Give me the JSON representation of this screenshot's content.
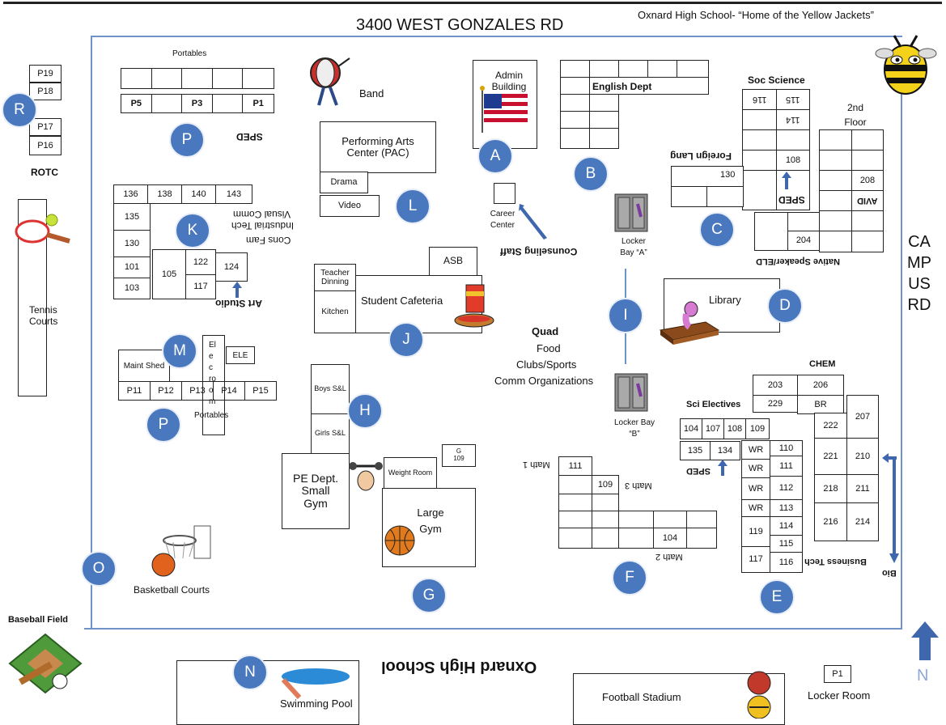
{
  "header": {
    "address": "3400 WEST GONZALES RD",
    "school_tagline": "Oxnard High School- “Home of the Yellow Jackets”"
  },
  "side_road": [
    "CA",
    "MP",
    "US",
    "RD"
  ],
  "bottom_school_name": "Oxnard High School",
  "north_label": "N",
  "markers": {
    "A": "A",
    "B": "B",
    "C": "C",
    "D": "D",
    "E": "E",
    "F": "F",
    "G": "G",
    "H": "H",
    "I": "I",
    "J": "J",
    "K": "K",
    "L": "L",
    "M": "M",
    "N": "N",
    "O": "O",
    "P1": "P",
    "P2": "P",
    "R": "R"
  },
  "areas": {
    "portables_top": "Portables",
    "portables_top_rooms": [
      "P5",
      "P3",
      "P1"
    ],
    "sped_top": "SPED",
    "band": "Band",
    "pac": "Performing Arts Center (PAC)",
    "drama": "Drama",
    "video": "Video",
    "admin": "Admin Building",
    "english": "English Dept",
    "soc_science": "Soc Science",
    "soc_rooms": [
      "116",
      "115",
      "114",
      "108"
    ],
    "second_floor": "2nd Floor",
    "foreign_lang": "Foreign Lang",
    "room_130_right": "130",
    "sped_right": "SPED",
    "avid": "AVID",
    "room_208": "208",
    "room_204": "204",
    "native_speaker": "Native Speaker/ELD",
    "career_center": "Career Center",
    "counseling": "Counseling Staff",
    "locker_a": "Locker Bay “A”",
    "locker_b": "Locker Bay “B”",
    "k_rooms": [
      "136",
      "138",
      "140",
      "143",
      "135",
      "130",
      "101",
      "103",
      "105",
      "122",
      "117",
      "124"
    ],
    "visual_comm": "Visual Comm",
    "industrial_tech": "Industrial Tech",
    "cons_fam": "Cons Fam",
    "art_studio": "Art Studio",
    "asb": "ASB",
    "teacher_dining": "Teacher Dinning",
    "kitchen": "Kitchen",
    "cafeteria": "Student Cafeteria",
    "quad": "Quad",
    "quad_items": [
      "Food",
      "Clubs/Sports",
      "Comm Organizations"
    ],
    "library": "Library",
    "chem": "CHEM",
    "chem_rooms": [
      "203",
      "206",
      "229",
      "BR"
    ],
    "sci_electives": "Sci Electives",
    "sci_rooms": [
      "104",
      "107",
      "108",
      "109",
      "135",
      "134"
    ],
    "sped_sci": "SPED",
    "wr_rooms": [
      "WR",
      "WR",
      "WR",
      "WR",
      "119",
      "117"
    ],
    "e_rooms": [
      "110",
      "111",
      "112",
      "113",
      "114",
      "115",
      "116"
    ],
    "bio_rooms": [
      "222",
      "207",
      "221",
      "210",
      "218",
      "211",
      "216",
      "214"
    ],
    "business_tech": "Business Tech",
    "bio": "Bio",
    "maint_shed": "Maint Shed",
    "ele": "ELE",
    "elec_room": "Elec room",
    "p_bottom_rooms": [
      "P11",
      "P12",
      "P13",
      "P14",
      "P15"
    ],
    "portables_bottom": "Portables",
    "boys": "Boys S&L",
    "girls": "Girls S&L",
    "pe_dept": "PE Dept. Small Gym",
    "weight_room": "Weight Room",
    "g109": "G 109",
    "large_gym": "Large Gym",
    "math1": "Math 1",
    "math3": "Math 3",
    "math2": "Math 2",
    "math_rooms": [
      "111",
      "109",
      "104"
    ],
    "tennis": "Tennis Courts",
    "rotc": "ROTC",
    "r_portables": [
      "P19",
      "P18",
      "P17",
      "P16"
    ],
    "basketball": "Basketball Courts",
    "baseball": "Baseball Field",
    "pool": "Swimming Pool",
    "stadium": "Football Stadium",
    "p1_bottom": "P1",
    "locker_room": "Locker Room"
  },
  "colors": {
    "marker": "#4a78bf",
    "border_line": "#6f93c9"
  }
}
